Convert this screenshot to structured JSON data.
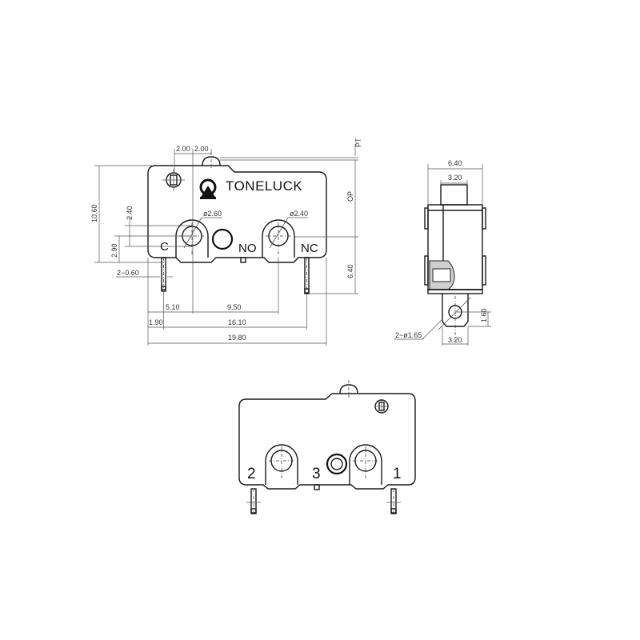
{
  "drawing": {
    "brand": "TONELUCK",
    "colors": {
      "line": "#1a1a1a",
      "dimension": "#555555",
      "background": "#ffffff"
    }
  },
  "front_view": {
    "terminal_labels": {
      "common": "C",
      "normally_open": "NO",
      "normally_closed": "NC"
    },
    "dimensions": {
      "top_offset_1": "2.00",
      "top_offset_2": "2.00",
      "pt": "PT",
      "op": "OP",
      "height_total": "10.60",
      "hole_offset": "2.40",
      "hole_height": "2.90",
      "pin_width": "2−0.60",
      "hole_dia_left": "ø2.60",
      "hole_dia_right": "ø2.40",
      "op_lower": "6.40",
      "span_c_to_hole": "5.10",
      "span_holes": "9.50",
      "edge_to_pin": "1.90",
      "pin_to_pin": "16.10",
      "length_total": "19.80"
    }
  },
  "side_view": {
    "dimensions": {
      "width_total": "6.40",
      "actuator_width": "3.20",
      "terminal_hole": "2−ø1.65",
      "hole_height": "1.60",
      "terminal_width": "3.20"
    }
  },
  "rear_view": {
    "pin_numbers": {
      "pin_2": "2",
      "pin_3": "3",
      "pin_1": "1"
    }
  }
}
